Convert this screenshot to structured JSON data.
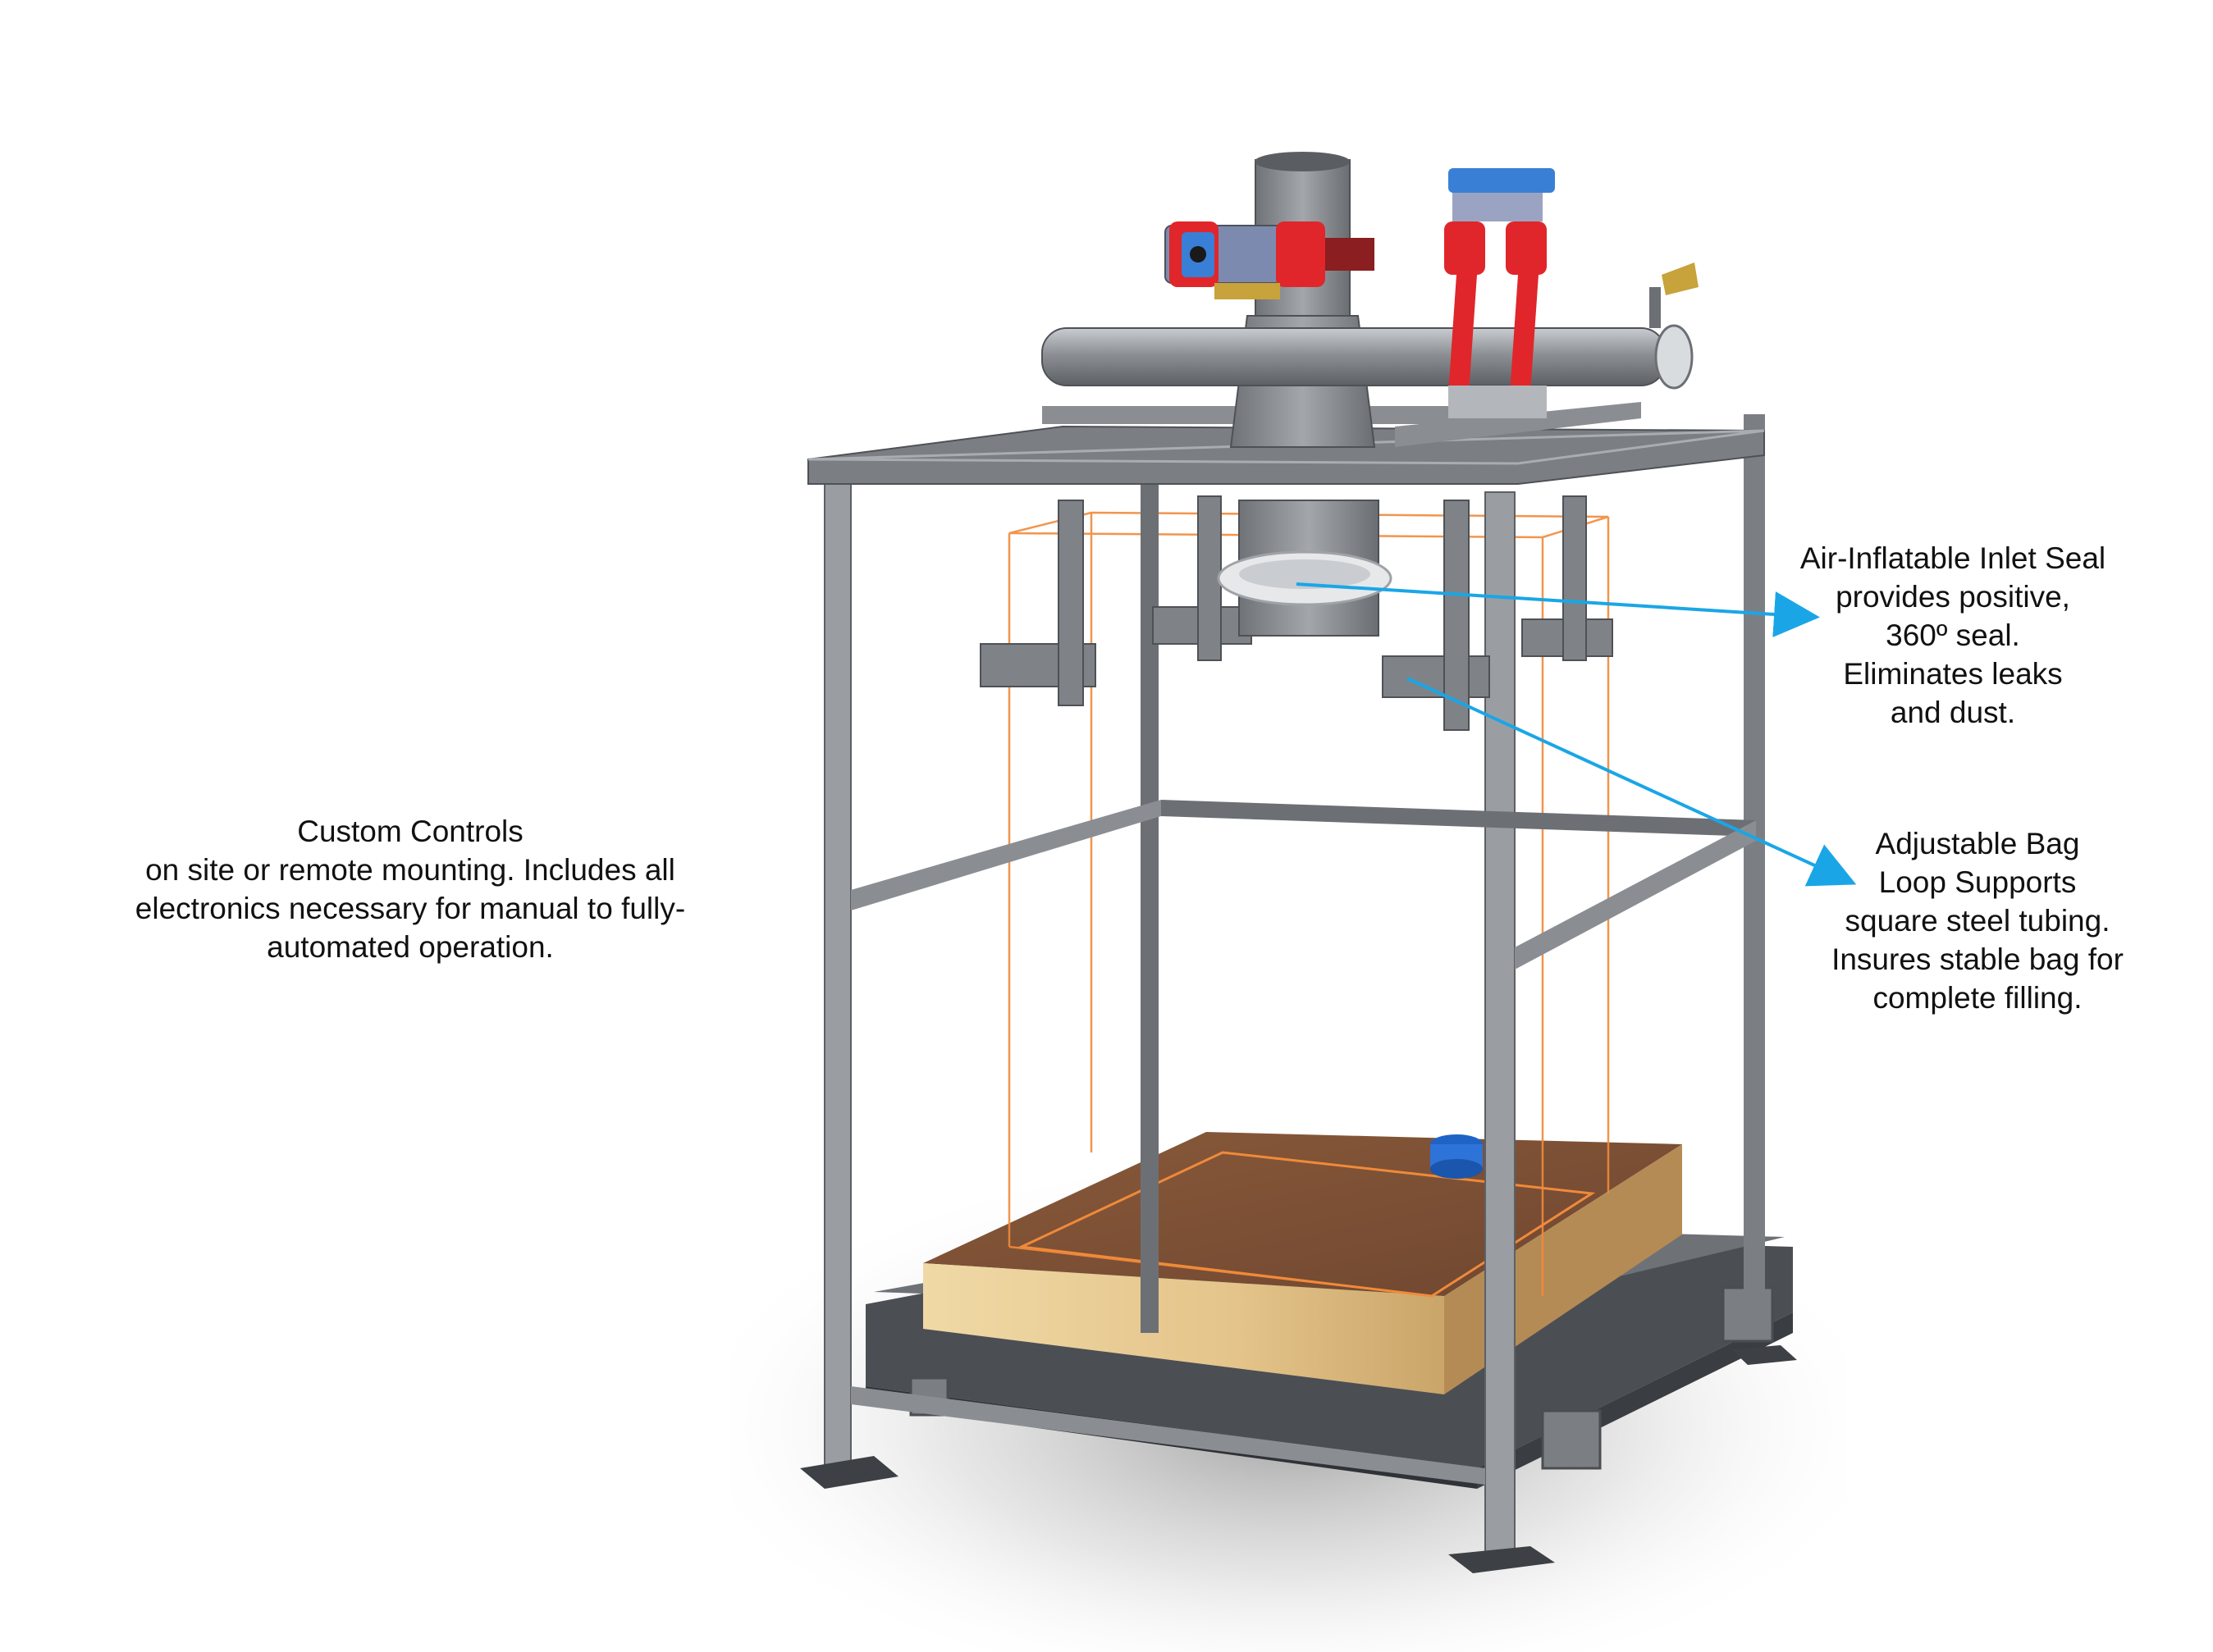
{
  "callouts": {
    "custom_controls": {
      "line1": "Custom Controls",
      "line2": " on site or remote mounting. Includes all",
      "line3": "electronics necessary for manual to fully-",
      "line4": "automated operation."
    },
    "inlet_seal": {
      "line1": "Air-Inflatable Inlet Seal",
      "line2": "provides positive,",
      "line3": "360º seal.",
      "line4": "Eliminates leaks",
      "line5": "and dust."
    },
    "bag_loop": {
      "line1": "Adjustable Bag",
      "line2": "Loop Supports",
      "line3": " square steel tubing.",
      "line4": "Insures stable bag for",
      "line5": "complete filling."
    }
  },
  "colors": {
    "frame_steel": "#8e9298",
    "frame_dark": "#5f6368",
    "pallet_wood": "#d9b97f",
    "bag_outline": "#f08a3a",
    "actuator_red": "#e0262a",
    "actuator_blue": "#3a7fd6",
    "callout_arrow": "#1aa6e6"
  }
}
